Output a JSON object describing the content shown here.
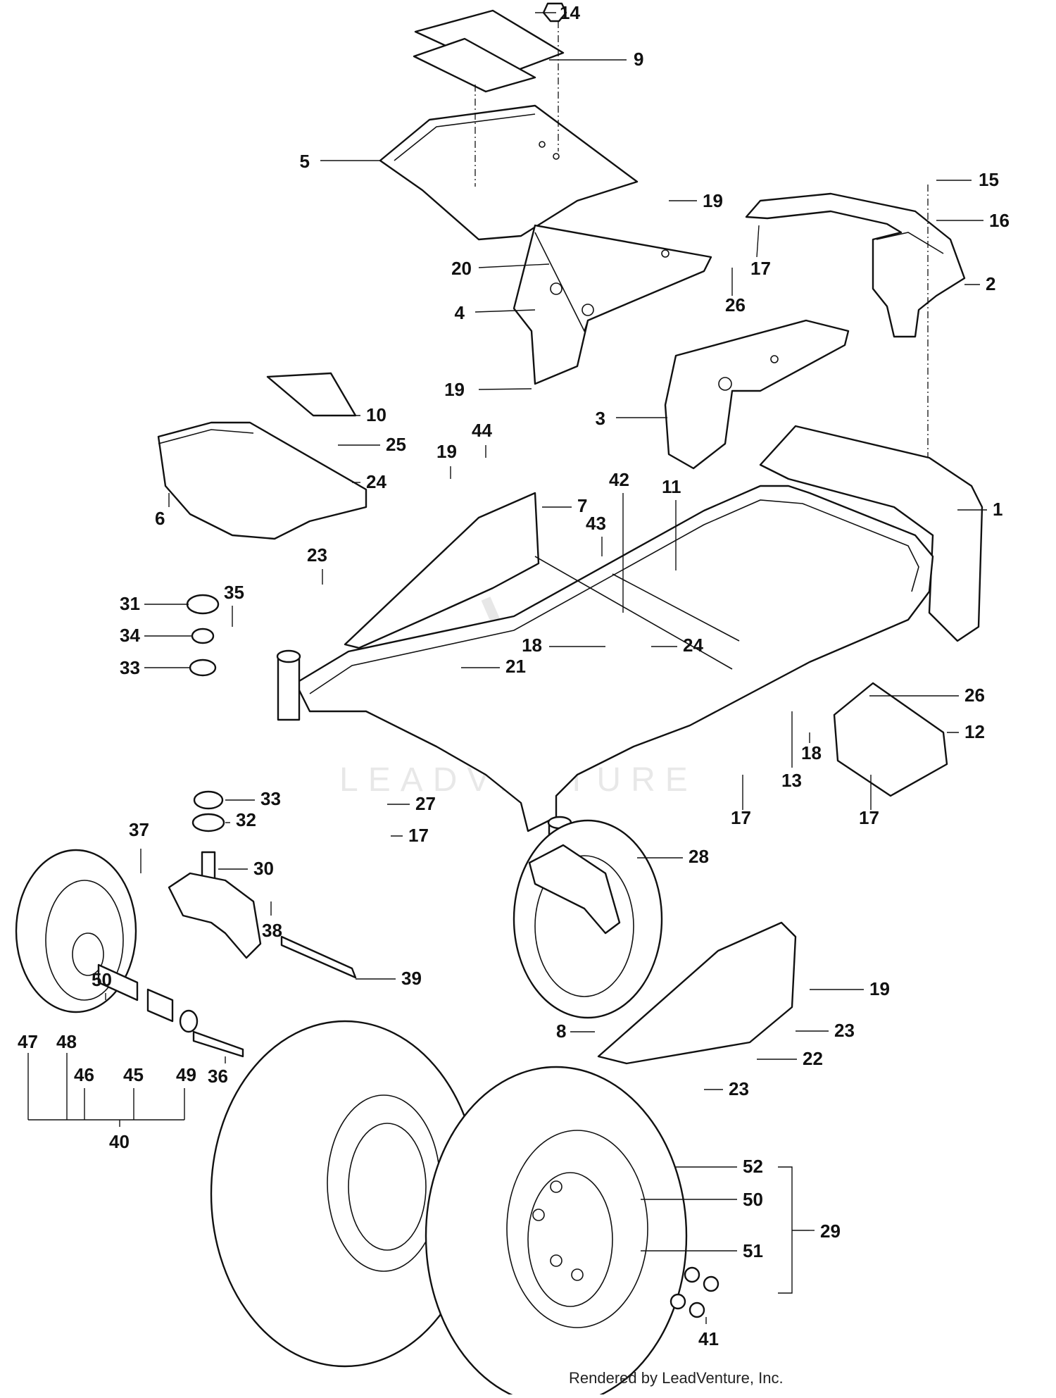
{
  "diagram": {
    "callouts": [
      {
        "id": "c14",
        "label": "14"
      },
      {
        "id": "c9",
        "label": "9"
      },
      {
        "id": "c5",
        "label": "5"
      },
      {
        "id": "c15",
        "label": "15"
      },
      {
        "id": "c19a",
        "label": "19"
      },
      {
        "id": "c16",
        "label": "16"
      },
      {
        "id": "c20",
        "label": "20"
      },
      {
        "id": "c17a",
        "label": "17"
      },
      {
        "id": "c2",
        "label": "2"
      },
      {
        "id": "c26a",
        "label": "26"
      },
      {
        "id": "c4",
        "label": "4"
      },
      {
        "id": "c19b",
        "label": "19"
      },
      {
        "id": "c10",
        "label": "10"
      },
      {
        "id": "c3",
        "label": "3"
      },
      {
        "id": "c44",
        "label": "44"
      },
      {
        "id": "c25",
        "label": "25"
      },
      {
        "id": "c19c",
        "label": "19"
      },
      {
        "id": "c24a",
        "label": "24"
      },
      {
        "id": "c6",
        "label": "6"
      },
      {
        "id": "c42",
        "label": "42"
      },
      {
        "id": "c11",
        "label": "11"
      },
      {
        "id": "c7",
        "label": "7"
      },
      {
        "id": "c1",
        "label": "1"
      },
      {
        "id": "c43",
        "label": "43"
      },
      {
        "id": "c23a",
        "label": "23"
      },
      {
        "id": "c31",
        "label": "31"
      },
      {
        "id": "c35",
        "label": "35"
      },
      {
        "id": "c34",
        "label": "34"
      },
      {
        "id": "c33a",
        "label": "33"
      },
      {
        "id": "c18a",
        "label": "18"
      },
      {
        "id": "c24b",
        "label": "24"
      },
      {
        "id": "c26b",
        "label": "26"
      },
      {
        "id": "c21",
        "label": "21"
      },
      {
        "id": "c12",
        "label": "12"
      },
      {
        "id": "c18b",
        "label": "18"
      },
      {
        "id": "c13",
        "label": "13"
      },
      {
        "id": "c17b",
        "label": "17"
      },
      {
        "id": "c17c",
        "label": "17"
      },
      {
        "id": "c33b",
        "label": "33"
      },
      {
        "id": "c32",
        "label": "32"
      },
      {
        "id": "c27",
        "label": "27"
      },
      {
        "id": "c37",
        "label": "37"
      },
      {
        "id": "c17d",
        "label": "17"
      },
      {
        "id": "c28",
        "label": "28"
      },
      {
        "id": "c30",
        "label": "30"
      },
      {
        "id": "c38",
        "label": "38"
      },
      {
        "id": "c39",
        "label": "39"
      },
      {
        "id": "c50a",
        "label": "50"
      },
      {
        "id": "c19d",
        "label": "19"
      },
      {
        "id": "c8",
        "label": "8"
      },
      {
        "id": "c23b",
        "label": "23"
      },
      {
        "id": "c22",
        "label": "22"
      },
      {
        "id": "c23c",
        "label": "23"
      },
      {
        "id": "c47",
        "label": "47"
      },
      {
        "id": "c48",
        "label": "48"
      },
      {
        "id": "c46",
        "label": "46"
      },
      {
        "id": "c45",
        "label": "45"
      },
      {
        "id": "c49",
        "label": "49"
      },
      {
        "id": "c36",
        "label": "36"
      },
      {
        "id": "c40",
        "label": "40"
      },
      {
        "id": "c52",
        "label": "52"
      },
      {
        "id": "c50b",
        "label": "50"
      },
      {
        "id": "c29",
        "label": "29"
      },
      {
        "id": "c51",
        "label": "51"
      },
      {
        "id": "c41",
        "label": "41"
      }
    ],
    "credit": "Rendered by LeadVenture, Inc.",
    "watermark": "LEADVENTURE"
  }
}
